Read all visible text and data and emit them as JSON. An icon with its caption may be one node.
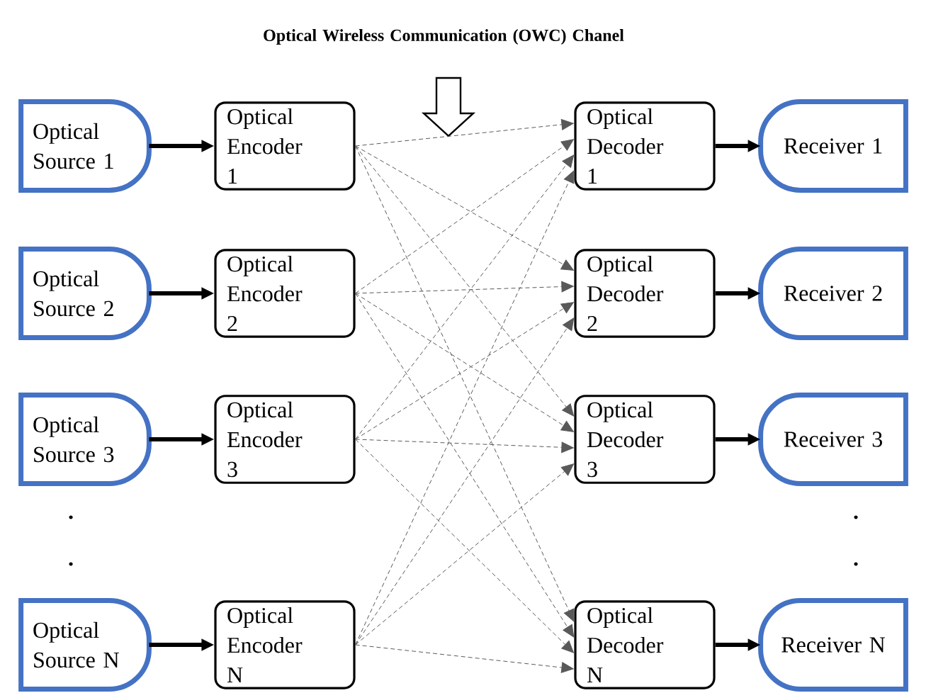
{
  "diagram": {
    "title": "Optical Wireless Communication (OWC) Chanel",
    "nodes": [
      {
        "text": [
          "Optical Source 1"
        ]
      },
      {
        "text": [
          "Optical Source 2"
        ]
      },
      {
        "text": [
          "Optical Source 3"
        ]
      },
      {
        "text": [
          "Optical Source N"
        ]
      },
      {
        "text": [
          "Optical Encoder 1"
        ]
      },
      {
        "text": [
          "Optical Encoder 2"
        ]
      },
      {
        "text": [
          "Optical Encoder 3"
        ]
      },
      {
        "text": [
          "Optical Encoder N"
        ]
      },
      {
        "text": [
          "Optical Decoder 1"
        ]
      },
      {
        "text": [
          "Optical Decoder 2"
        ]
      },
      {
        "text": [
          "Optical Decoder 3"
        ]
      },
      {
        "text": [
          "Optical Decoder N"
        ]
      },
      {
        "text": [
          "Receiver 1"
        ]
      },
      {
        "text": [
          "Receiver 2"
        ]
      },
      {
        "text": [
          "Receiver 3"
        ]
      },
      {
        "text": [
          "Receiver N"
        ]
      }
    ],
    "edges": [
      {
        "from": 0,
        "to": 4,
        "arrow": "to",
        "style": "thick"
      },
      {
        "from": 1,
        "to": 5,
        "arrow": "to",
        "style": "thick"
      },
      {
        "from": 2,
        "to": 6,
        "arrow": "to",
        "style": "thick"
      },
      {
        "from": 3,
        "to": 7,
        "arrow": "to",
        "style": "thick"
      },
      {
        "from": 4,
        "to": 8,
        "arrow": "to",
        "style": "dashed"
      },
      {
        "from": 4,
        "to": 9,
        "arrow": "to",
        "style": "dashed"
      },
      {
        "from": 4,
        "to": 10,
        "arrow": "to",
        "style": "dashed"
      },
      {
        "from": 4,
        "to": 11,
        "arrow": "to",
        "style": "dashed"
      },
      {
        "from": 5,
        "to": 8,
        "arrow": "to",
        "style": "dashed"
      },
      {
        "from": 5,
        "to": 9,
        "arrow": "to",
        "style": "dashed"
      },
      {
        "from": 5,
        "to": 10,
        "arrow": "to",
        "style": "dashed"
      },
      {
        "from": 5,
        "to": 11,
        "arrow": "to",
        "style": "dashed"
      },
      {
        "from": 6,
        "to": 8,
        "arrow": "to",
        "style": "dashed"
      },
      {
        "from": 6,
        "to": 9,
        "arrow": "to",
        "style": "dashed"
      },
      {
        "from": 6,
        "to": 10,
        "arrow": "to",
        "style": "dashed"
      },
      {
        "from": 6,
        "to": 11,
        "arrow": "to",
        "style": "dashed"
      },
      {
        "from": 7,
        "to": 8,
        "arrow": "to",
        "style": "dashed"
      },
      {
        "from": 7,
        "to": 9,
        "arrow": "to",
        "style": "dashed"
      },
      {
        "from": 7,
        "to": 10,
        "arrow": "to",
        "style": "dashed"
      },
      {
        "from": 7,
        "to": 11,
        "arrow": "to",
        "style": "dashed"
      },
      {
        "from": 8,
        "to": 12,
        "arrow": "to",
        "style": "thick"
      },
      {
        "from": 9,
        "to": 13,
        "arrow": "to",
        "style": "thick"
      },
      {
        "from": 10,
        "to": 14,
        "arrow": "to",
        "style": "thick"
      },
      {
        "from": 11,
        "to": 15,
        "arrow": "to",
        "style": "thick"
      }
    ],
    "labels": [
      ".",
      ".",
      ".",
      "."
    ]
  }
}
